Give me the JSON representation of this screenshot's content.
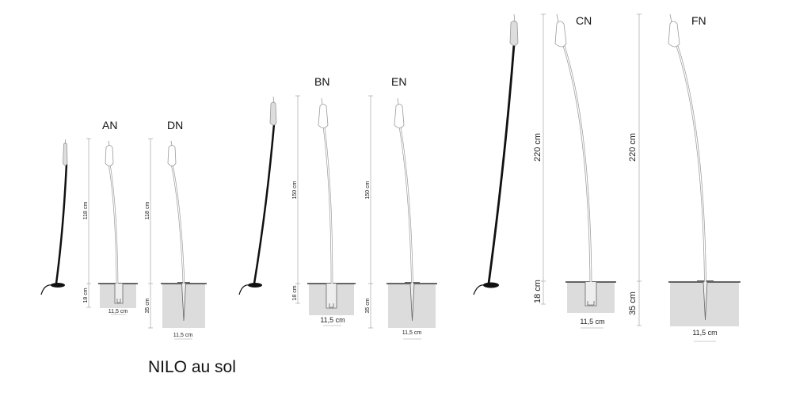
{
  "caption": "NILO au sol",
  "models": {
    "AN": {
      "label": "AN",
      "height": "118 cm",
      "base": "18 cm",
      "width": "11,5 cm"
    },
    "DN": {
      "label": "DN",
      "height": "118 cm",
      "base": "35 cm",
      "width": "11,5 cm"
    },
    "BN": {
      "label": "BN",
      "height": "150 cm",
      "base": "18 cm",
      "width": "11,5 cm"
    },
    "EN": {
      "label": "EN",
      "height": "150 cm",
      "base": "35 cm",
      "width": "11,5 cm"
    },
    "CN": {
      "label": "CN",
      "height": "220 cm",
      "base": "18 cm",
      "width": "11,5 cm"
    },
    "FN": {
      "label": "FN",
      "height": "220 cm",
      "base": "35 cm",
      "width": "11,5 cm"
    }
  },
  "colors": {
    "stem_outline": "#9a9a9a",
    "soil": "#dcdcdc",
    "silhouette": "#111111",
    "dimension_line": "#999999"
  }
}
